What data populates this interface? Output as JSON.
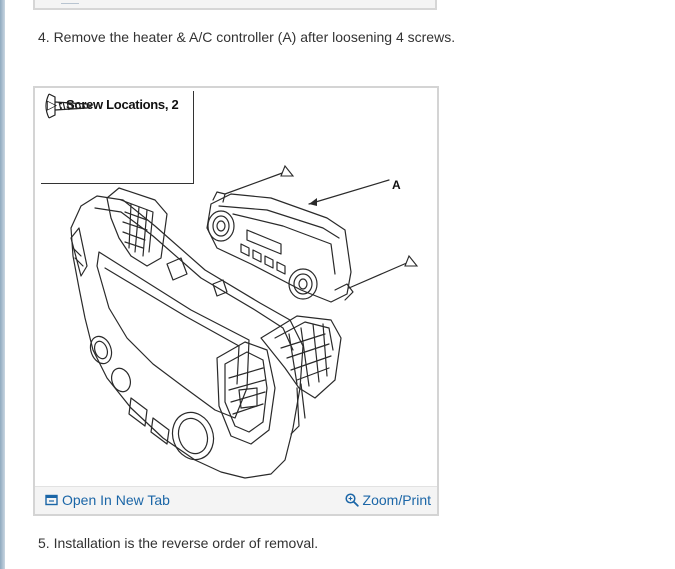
{
  "steps": {
    "step4": "4. Remove the heater & A/C controller (A) after loosening 4 screws.",
    "step5": "5. Installation is the reverse order of removal."
  },
  "figure": {
    "legend_symbol": "▷",
    "legend_text": ": Screw Locations, 2",
    "callout_label": "A",
    "open_link": "Open In New Tab",
    "zoom_link": "Zoom/Print"
  },
  "icons": {
    "open": "open-in-new-tab-icon",
    "zoom": "zoom-icon",
    "screw": "screw-icon"
  },
  "colors": {
    "link": "#1b66a7",
    "frame": "#d4d4d4",
    "footer_bg": "#f4f4f4",
    "text": "#333333"
  }
}
